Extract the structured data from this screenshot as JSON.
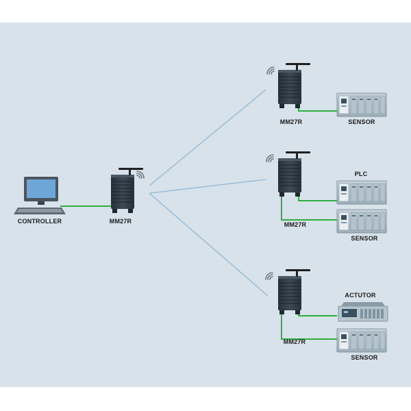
{
  "colors": {
    "background": "#d8e2ea",
    "wireless_link": "#9cbfd8",
    "ethernet_cable": "#2fae3e",
    "device_body": "#2f3c46",
    "signal_icon": "#6d7880"
  },
  "controller": {
    "label": "CONTROLLER",
    "icon": "desktop-computer-icon"
  },
  "hub_radio": {
    "label": "MM27R",
    "icon": "radio-modem-icon"
  },
  "nodes": [
    {
      "radio_label": "MM27R",
      "devices": [
        {
          "label": "SENSOR",
          "icon": "sensor-module-icon"
        }
      ]
    },
    {
      "radio_label": "MM27R",
      "devices": [
        {
          "label": "PLC",
          "icon": "plc-module-icon"
        },
        {
          "label": "SENSOR",
          "icon": "sensor-module-icon"
        }
      ]
    },
    {
      "radio_label": "MM27R",
      "devices": [
        {
          "label": "ACTUTOR",
          "icon": "actuator-module-icon"
        },
        {
          "label": "SENSOR",
          "icon": "sensor-module-icon"
        }
      ]
    }
  ]
}
